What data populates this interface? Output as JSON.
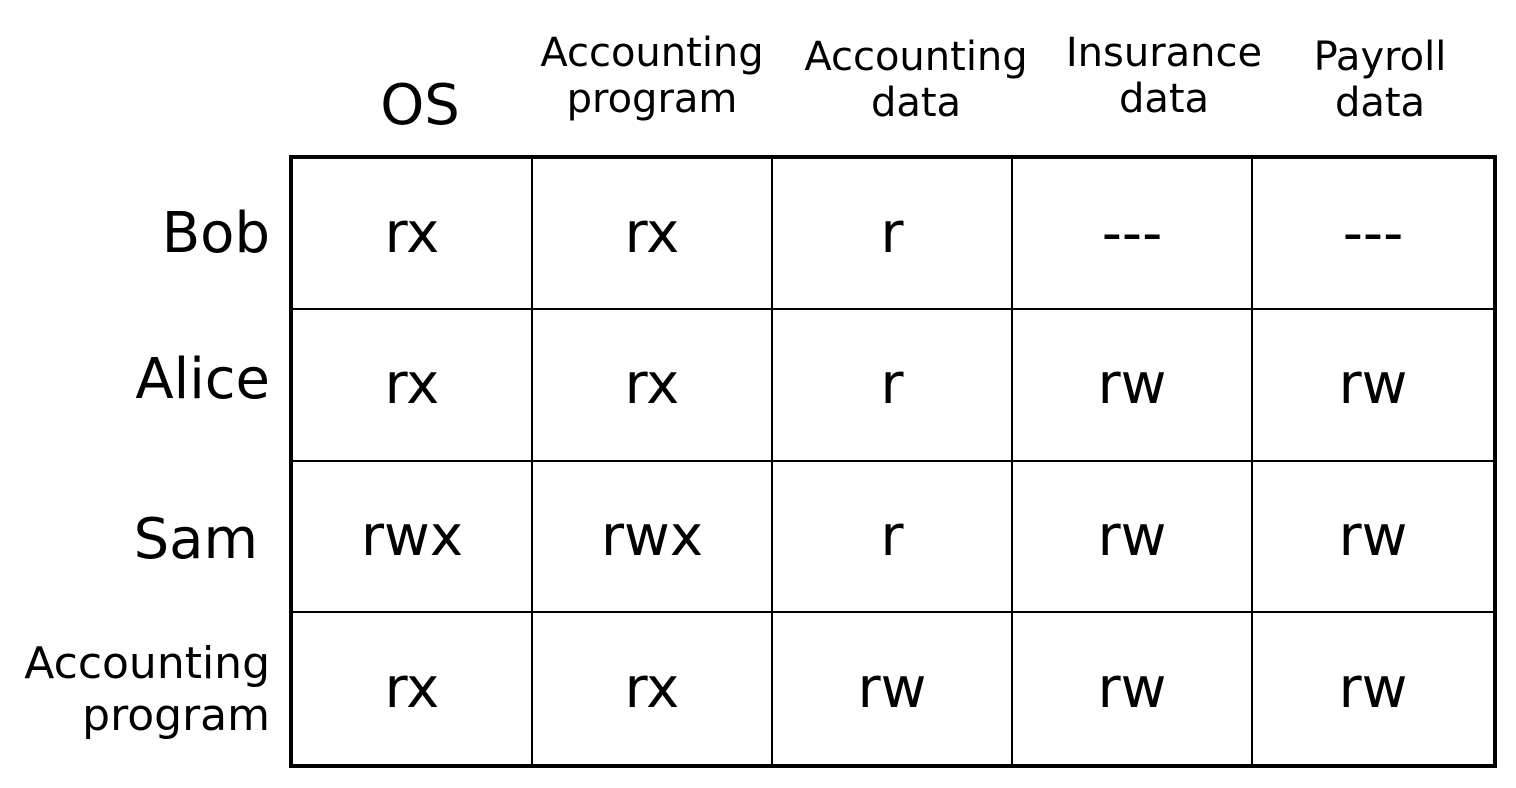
{
  "columns": [
    {
      "label": "OS"
    },
    {
      "label": "Accounting\nprogram"
    },
    {
      "label": "Accounting\ndata"
    },
    {
      "label": "Insurance\ndata"
    },
    {
      "label": "Payroll\ndata"
    }
  ],
  "rows": [
    {
      "label": "Bob",
      "cells": [
        "rx",
        "rx",
        "r",
        "---",
        "---"
      ]
    },
    {
      "label": "Alice",
      "cells": [
        "rx",
        "rx",
        "r",
        "rw",
        "rw"
      ]
    },
    {
      "label": "Sam",
      "cells": [
        "rwx",
        "rwx",
        "r",
        "rw",
        "rw"
      ]
    },
    {
      "label": "Accounting\nprogram",
      "cells": [
        "rx",
        "rx",
        "rw",
        "rw",
        "rw"
      ]
    }
  ]
}
